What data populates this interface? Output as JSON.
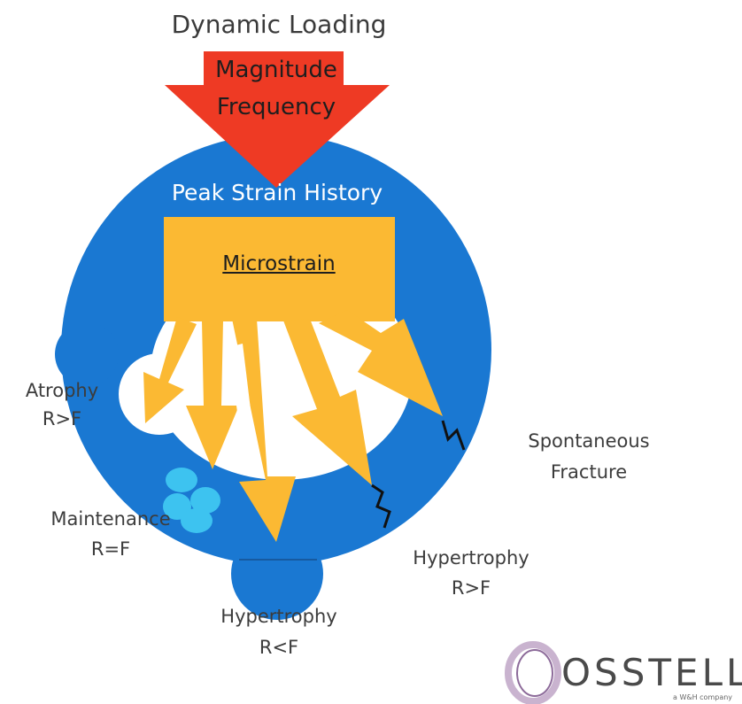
{
  "title": "Dynamic Loading",
  "top_arrow": {
    "line1": "Magnitude",
    "line2": "Frequency"
  },
  "peak_strain": "Peak Strain History",
  "microstrain": "Microstrain",
  "labels": {
    "atrophy": {
      "name": "Atrophy",
      "relation": "R>F"
    },
    "maintenance": {
      "name": "Maintenance",
      "relation": "R=F"
    },
    "hypertrophy_bottom": {
      "name": "Hypertrophy",
      "relation": "R<F"
    },
    "hypertrophy_right": {
      "name": "Hypertrophy",
      "relation": "R>F"
    },
    "fracture": {
      "line1": "Spontaneous",
      "line2": "Fracture"
    }
  },
  "logo": {
    "word": "OSSTELL",
    "sub": "a W&H company"
  },
  "colors": {
    "bone_blue": "#1a78d2",
    "arrow_red": "#ee3a24",
    "strain_yellow": "#fbb933",
    "cell_cyan": "#3dc3f0",
    "crack": "#111111"
  }
}
